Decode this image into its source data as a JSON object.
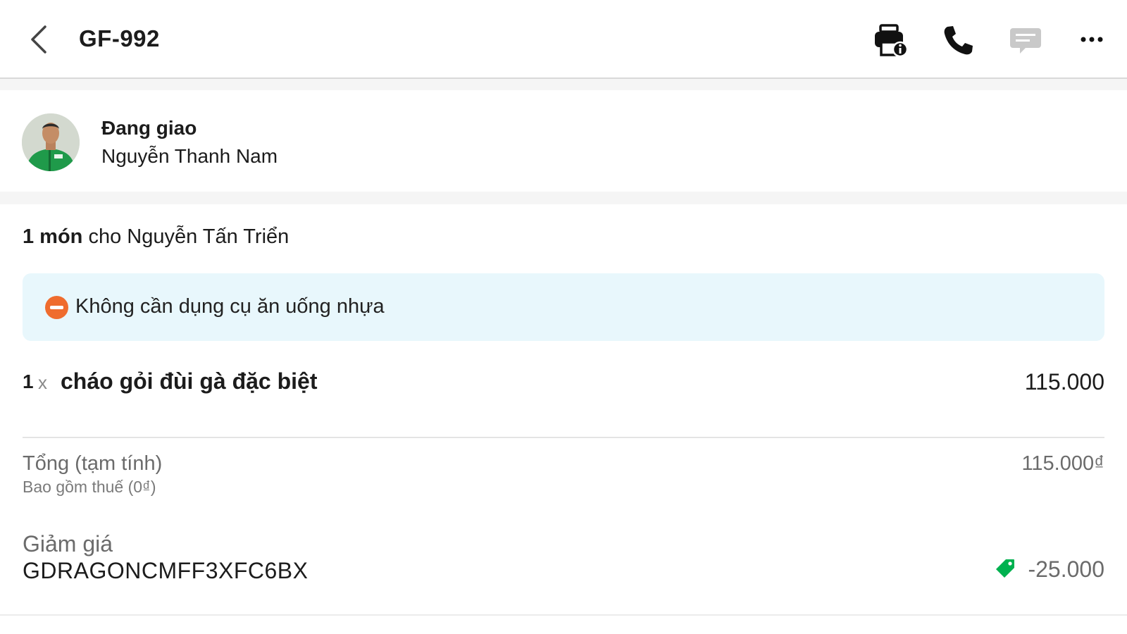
{
  "header": {
    "order_id": "GF-992",
    "icons": [
      "back-icon",
      "printer-info-icon",
      "phone-icon",
      "chat-icon",
      "more-icon"
    ]
  },
  "driver": {
    "status": "Đang giao",
    "name": "Nguyễn Thanh Nam"
  },
  "order": {
    "item_count": "1 món",
    "recipient_prefix": "cho",
    "recipient": "Nguyễn Tấn Triển",
    "notice": "Không cần dụng cụ ăn uống nhựa",
    "items": [
      {
        "qty": "1",
        "x": "x",
        "name": "cháo gỏi đùi gà đặc biệt",
        "price": "115.000"
      }
    ],
    "subtotal": {
      "label": "Tổng (tạm tính)",
      "tax_note": "Bao gồm thuế (0₫)",
      "value": "115.000₫"
    },
    "discount": {
      "label": "Giảm giá",
      "code": "GDRAGONCMFF3XFC6BX",
      "value": "-25.000"
    }
  },
  "colors": {
    "notice_bg": "#e8f7fc",
    "no_entry": "#ef6c2e",
    "tag_green": "#00b14f",
    "driver_jacket": "#1f9a4a"
  }
}
